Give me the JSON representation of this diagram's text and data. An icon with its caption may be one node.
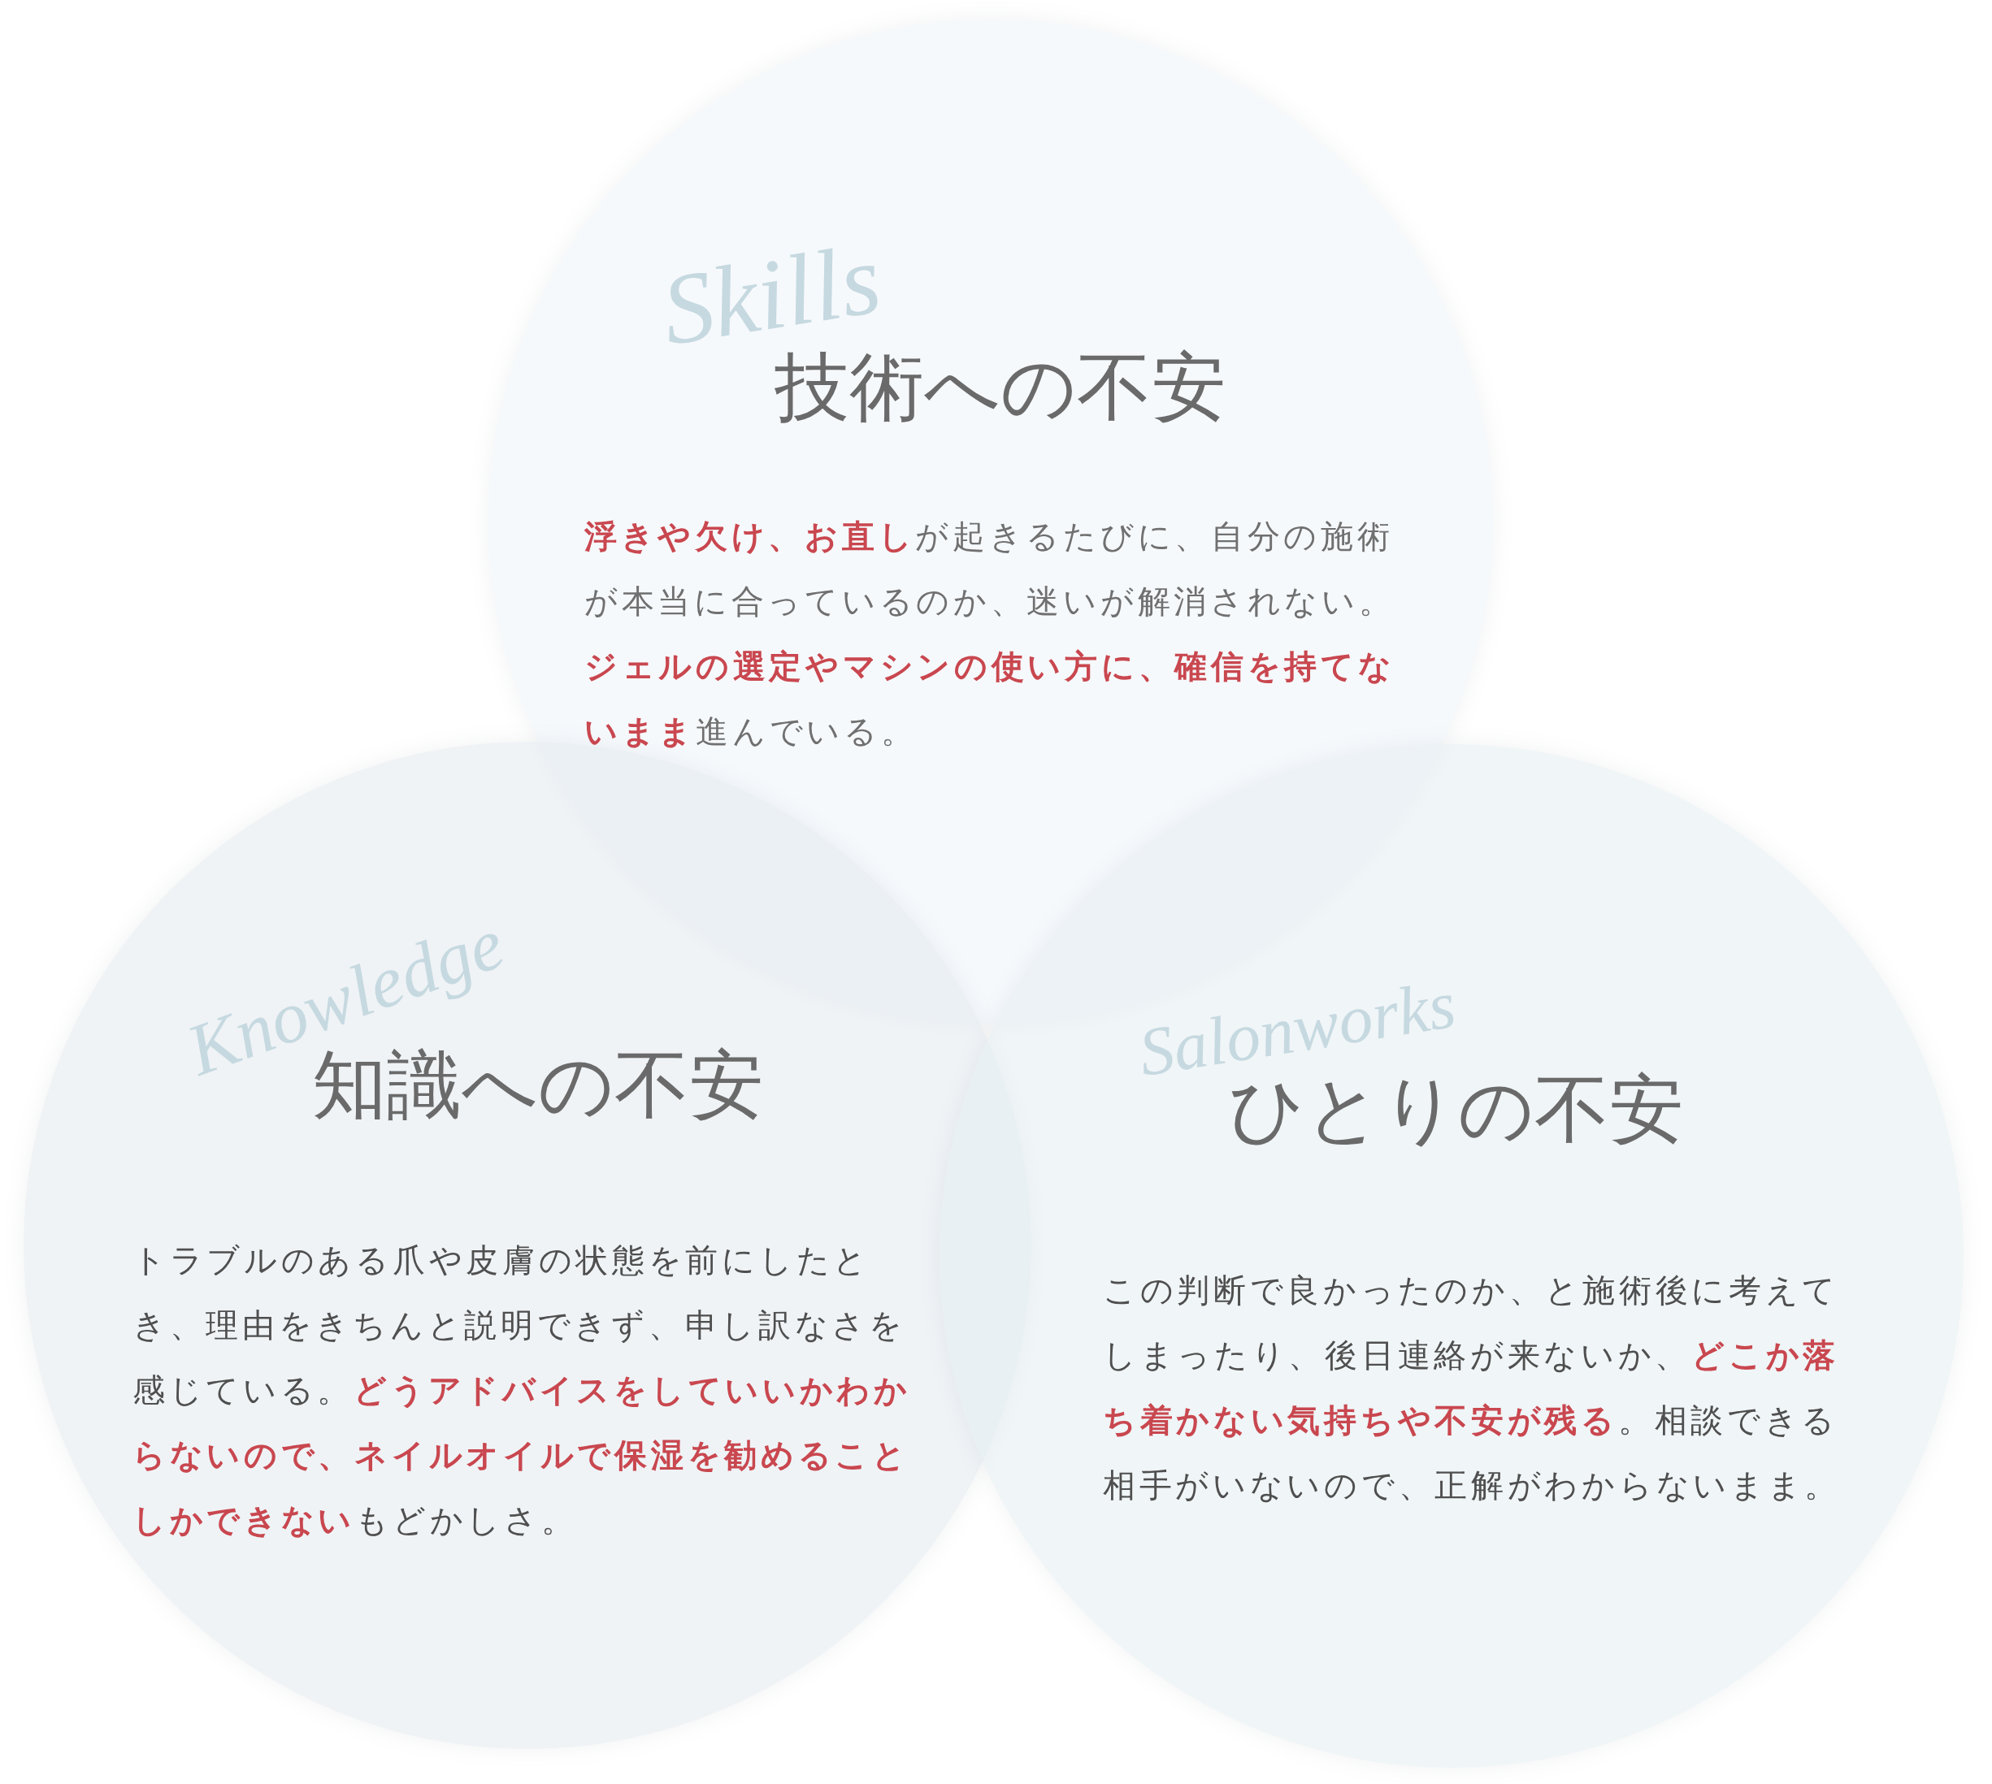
{
  "diagram": {
    "nodes": [
      {
        "text": [
          "Skills",
          "技術への不安",
          "**浮きや欠け、お直し**が起きるたびに、自分の施術が本当に合っているのか、迷いが解消されない。**ジェルの選定やマシンの使い方に、確信を持てないまま**進んでいる。"
        ]
      },
      {
        "text": [
          "Knowledge",
          "知識への不安",
          "トラブルのある爪や皮膚の状態を前にしたとき、理由をきちんと説明できず、申し訳なさを感じている。**どうアドバイスをしていいかわからないので、ネイルオイルで保湿を勧めることしかできない**もどかしさ。"
        ]
      },
      {
        "text": [
          "Salonworks",
          "ひとりの不安",
          "この判断で良かったのか、と施術後に考えてしまったり、後日連絡が来ないか、**どこか落ち着かない気持ちや不安が残る**。相談できる相手がいないので、正解がわからないまま。"
        ]
      }
    ]
  }
}
